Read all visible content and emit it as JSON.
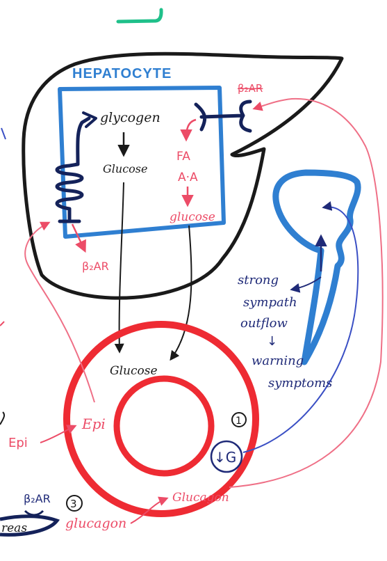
{
  "labels": {
    "hepatocyte_title": "HEPATOCYTE",
    "glycogen": "glycogen",
    "glucose_liver": "Glucose",
    "fa": "FA",
    "aa": "A·A",
    "glucose_gng": "glucose",
    "b2ar_lower": "β₂AR",
    "b2ar_upper": "β₂AR",
    "circle_glucose": "Glucose",
    "epi_inside": "Epi",
    "epi_outside": "Epi",
    "marker_1": "1",
    "marker_3": "3",
    "low_glucose": "↓G",
    "glucagon_inner": "Glucagon",
    "glucagon_outer": "glucagon",
    "b2ar_bottom": "β₂AR",
    "pancreas_partial": "reas",
    "brain_text_1": "strong",
    "brain_text_2": "sympath",
    "brain_text_3": "outflow",
    "brain_arrow": "↓",
    "brain_text_4": "warning",
    "brain_text_5": "symptoms"
  },
  "colors": {
    "outline_black": "#1a1a1a",
    "cell_blue": "#2f7fd1",
    "receptor_navy": "#14225a",
    "circle_red": "#ee2b33",
    "pink_text": "#ec4c67",
    "pink_line": "#ef6f86",
    "brain_text_navy": "#1f2a78",
    "brain_line_blue": "#3a4fc4",
    "top_mark_green": "#1fc08a"
  }
}
